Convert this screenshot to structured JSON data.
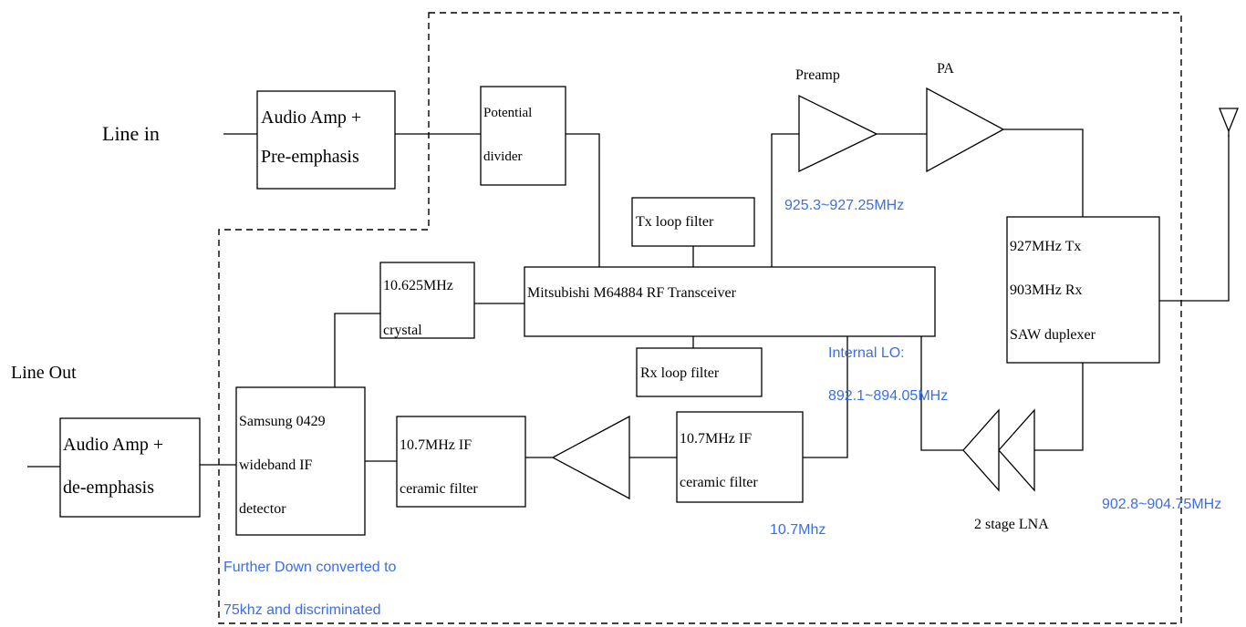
{
  "labels": {
    "line_in": "Line in",
    "line_out": "Line Out",
    "preamp": "Preamp",
    "pa": "PA",
    "lna": "2 stage LNA"
  },
  "blocks": {
    "audio_amp_pre": [
      "Audio Amp +",
      "Pre-emphasis"
    ],
    "potential_divider": [
      "Potential",
      "divider"
    ],
    "tx_loop_filter": "Tx loop filter",
    "rx_loop_filter": "Rx loop filter",
    "crystal": [
      "10.625MHz",
      "crystal"
    ],
    "transceiver": "Mitsubishi M64884 RF Transceiver",
    "saw_duplexer": [
      "927MHz Tx",
      "903MHz Rx",
      "SAW duplexer"
    ],
    "samsung_detector": [
      "Samsung 0429",
      "wideband IF",
      "detector"
    ],
    "if_filter_left": [
      "10.7MHz IF",
      "ceramic filter"
    ],
    "if_filter_right": [
      "10.7MHz IF",
      "ceramic filter"
    ],
    "audio_amp_de": [
      "Audio Amp +",
      "de-emphasis"
    ]
  },
  "annotations": {
    "tx_freq": "925.3~927.25MHz",
    "internal_lo_1": "Internal LO:",
    "internal_lo_2": "892.1~894.05MHz",
    "rx_freq": "902.8~904.75MHz",
    "if_freq": "10.7Mhz",
    "further_1": "Further Down converted to",
    "further_2": "75khz and discriminated"
  },
  "colors": {
    "annotation": "#3b6ee8",
    "line": "#000000"
  }
}
